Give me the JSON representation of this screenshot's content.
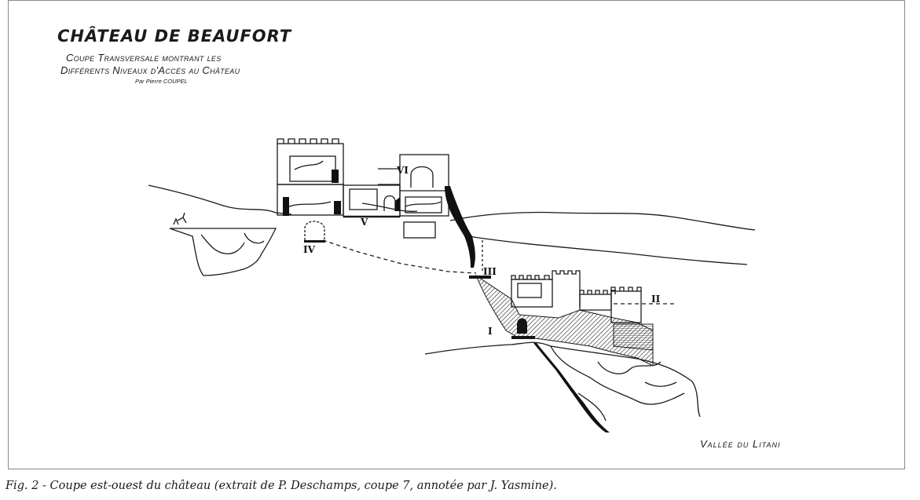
{
  "figure": {
    "title": "CHÂTEAU DE BEAUFORT",
    "subtitle_line1": "Coupe Transversale montrant les",
    "subtitle_line2": "Différents Niveaux d'Accès au Château",
    "author": "Par Pierre COUPEL",
    "valley_label": "Vallée du Litani",
    "levels": {
      "I": "I",
      "II": "II",
      "III": "III",
      "IV": "IV",
      "V": "V",
      "VI": "VI"
    }
  },
  "caption": "Fig. 2 - Coupe est-ouest du château (extrait de P. Deschamps, coupe 7, annotée par J. Yasmine).",
  "colors": {
    "ink": "#111111",
    "frame": "#8a8a8a",
    "paper": "#ffffff"
  }
}
